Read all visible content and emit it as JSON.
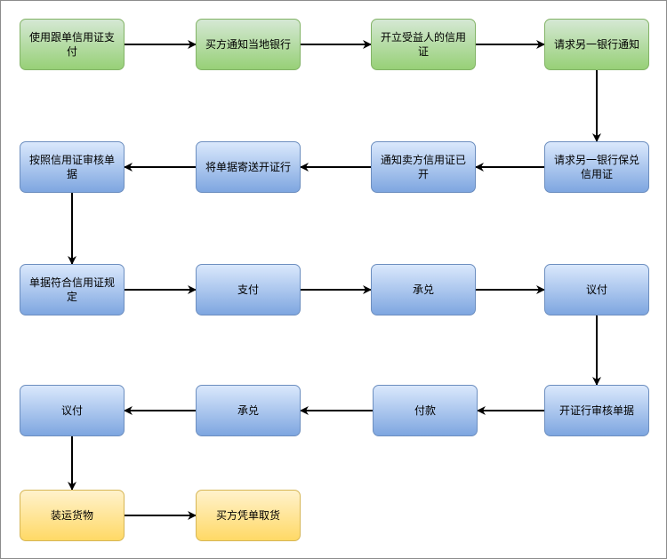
{
  "nodes": [
    {
      "id": "n1",
      "label": "使用跟单信用证支付",
      "color": "green"
    },
    {
      "id": "n2",
      "label": "买方通知当地银行",
      "color": "green"
    },
    {
      "id": "n3",
      "label": "开立受益人的信用证",
      "color": "green"
    },
    {
      "id": "n4",
      "label": "请求另一银行通知",
      "color": "green"
    },
    {
      "id": "n5",
      "label": "请求另一银行保兑信用证",
      "color": "blue"
    },
    {
      "id": "n6",
      "label": "通知卖方信用证已开",
      "color": "blue"
    },
    {
      "id": "n7",
      "label": "将单据寄送开证行",
      "color": "blue"
    },
    {
      "id": "n8",
      "label": "按照信用证审核单据",
      "color": "blue"
    },
    {
      "id": "n9",
      "label": "单据符合信用证规定",
      "color": "blue"
    },
    {
      "id": "n10",
      "label": "支付",
      "color": "blue"
    },
    {
      "id": "n11",
      "label": "承兑",
      "color": "blue"
    },
    {
      "id": "n12",
      "label": "议付",
      "color": "blue"
    },
    {
      "id": "n13",
      "label": "开证行审核单据",
      "color": "blue"
    },
    {
      "id": "n14",
      "label": "付款",
      "color": "blue"
    },
    {
      "id": "n15",
      "label": "承兑",
      "color": "blue"
    },
    {
      "id": "n16",
      "label": "议付",
      "color": "blue"
    },
    {
      "id": "n17",
      "label": "装运货物",
      "color": "yellow"
    },
    {
      "id": "n18",
      "label": "买方凭单取货",
      "color": "yellow"
    }
  ],
  "edges": [
    [
      "n1",
      "n2"
    ],
    [
      "n2",
      "n3"
    ],
    [
      "n3",
      "n4"
    ],
    [
      "n4",
      "n5"
    ],
    [
      "n5",
      "n6"
    ],
    [
      "n6",
      "n7"
    ],
    [
      "n7",
      "n8"
    ],
    [
      "n8",
      "n9"
    ],
    [
      "n9",
      "n10"
    ],
    [
      "n10",
      "n11"
    ],
    [
      "n11",
      "n12"
    ],
    [
      "n12",
      "n13"
    ],
    [
      "n13",
      "n14"
    ],
    [
      "n14",
      "n15"
    ],
    [
      "n15",
      "n16"
    ],
    [
      "n16",
      "n17"
    ],
    [
      "n17",
      "n18"
    ]
  ],
  "colors": {
    "green_fill": "#97d077",
    "green_stroke": "#82b366",
    "blue_fill": "#7ea6e0",
    "blue_stroke": "#6c8ebf",
    "yellow_fill": "#ffd966",
    "yellow_stroke": "#d6b656",
    "edge": "#000000"
  }
}
